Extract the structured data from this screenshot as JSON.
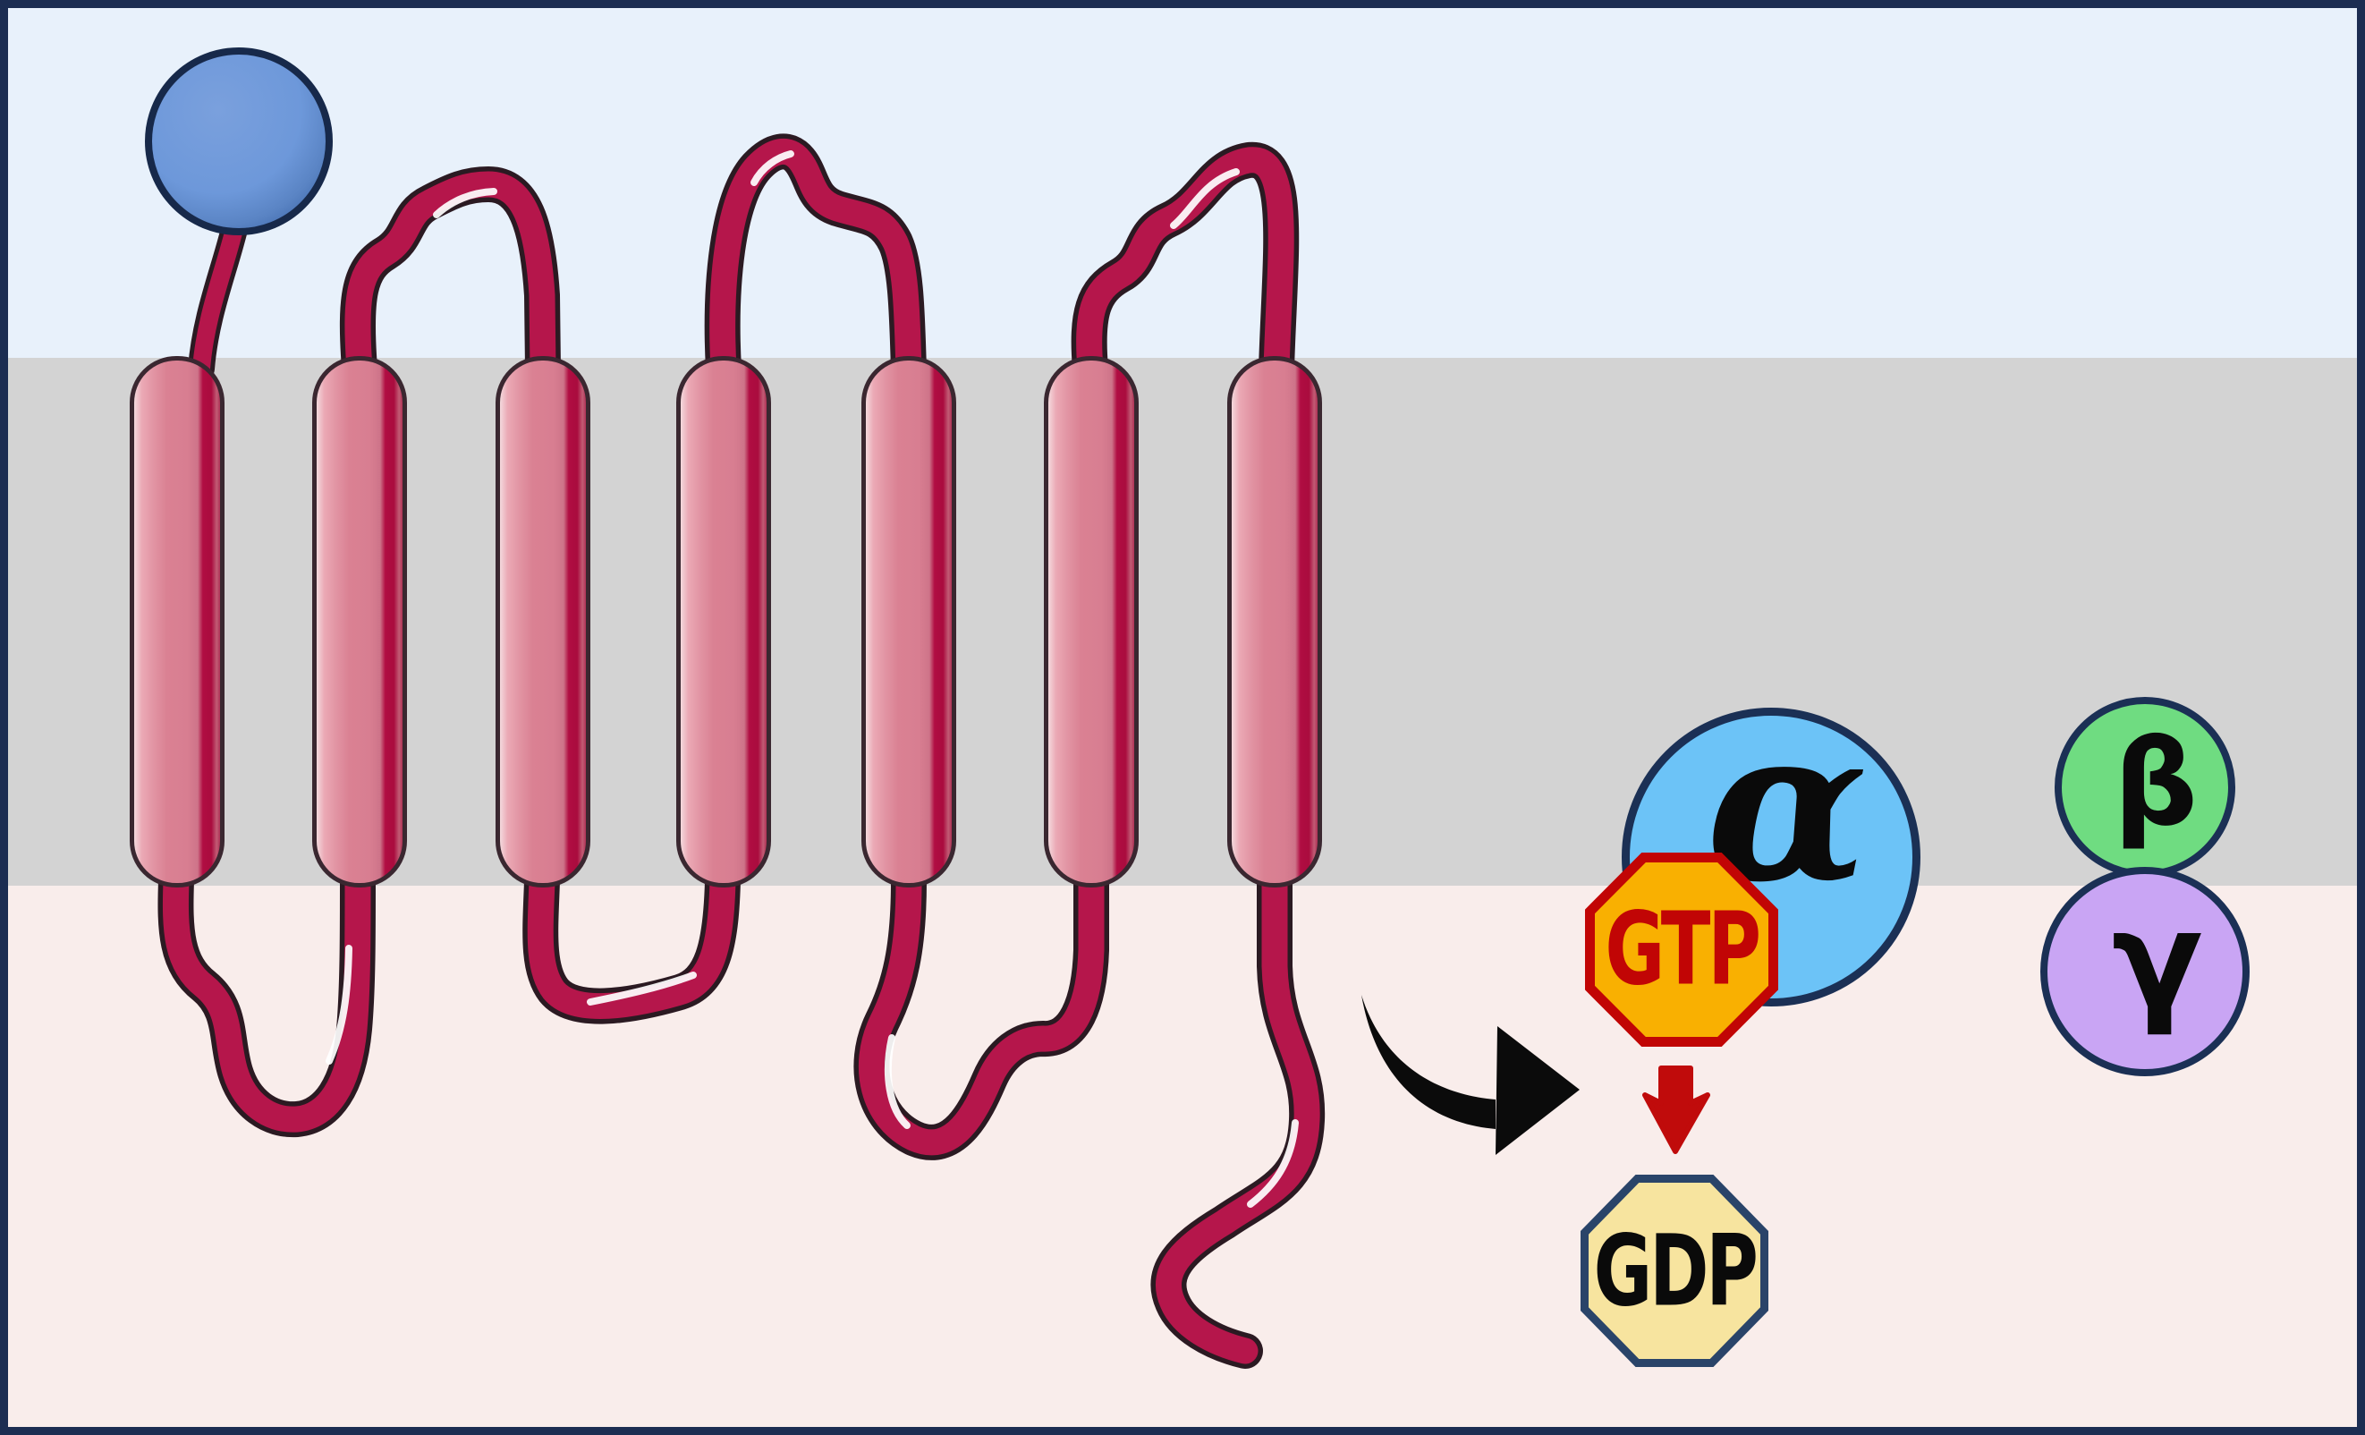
{
  "title": "GPCR signaling diagram",
  "regions": {
    "extracellular_color": "#E8F1FB",
    "membrane_color": "#D3D3D3",
    "cytoplasm_color": "#F9EDEB",
    "frame_color": "#1C2D52"
  },
  "receptor": {
    "helix_count": 7,
    "helix_color": "#DA8193",
    "helix_shadow_color": "#AA0C3E",
    "loop_color": "#B5164B",
    "loop_outline_color": "#2B1A22"
  },
  "ligand": {
    "color": "#6D98DA",
    "shade_color": "#3E68AB",
    "border_color": "#17294A"
  },
  "g_protein": {
    "alpha": {
      "label": "α",
      "color": "#6CC3F7",
      "border_color": "#1B3055"
    },
    "beta": {
      "label": "β",
      "color": "#6FDC81",
      "border_color": "#1B3055"
    },
    "gamma": {
      "label": "γ",
      "color": "#C9A5F4",
      "border_color": "#1B3055"
    }
  },
  "nucleotides": {
    "gtp": {
      "label": "GTP",
      "fill": "#F9B001",
      "accent": "#C10505"
    },
    "gdp": {
      "label": "GDP",
      "fill": "#F7E49F",
      "accent": "#2A4469"
    }
  },
  "arrows": {
    "hydrolysis_arrow_color": "#C00B0B",
    "activation_arrow_color": "#0B0B0B"
  }
}
